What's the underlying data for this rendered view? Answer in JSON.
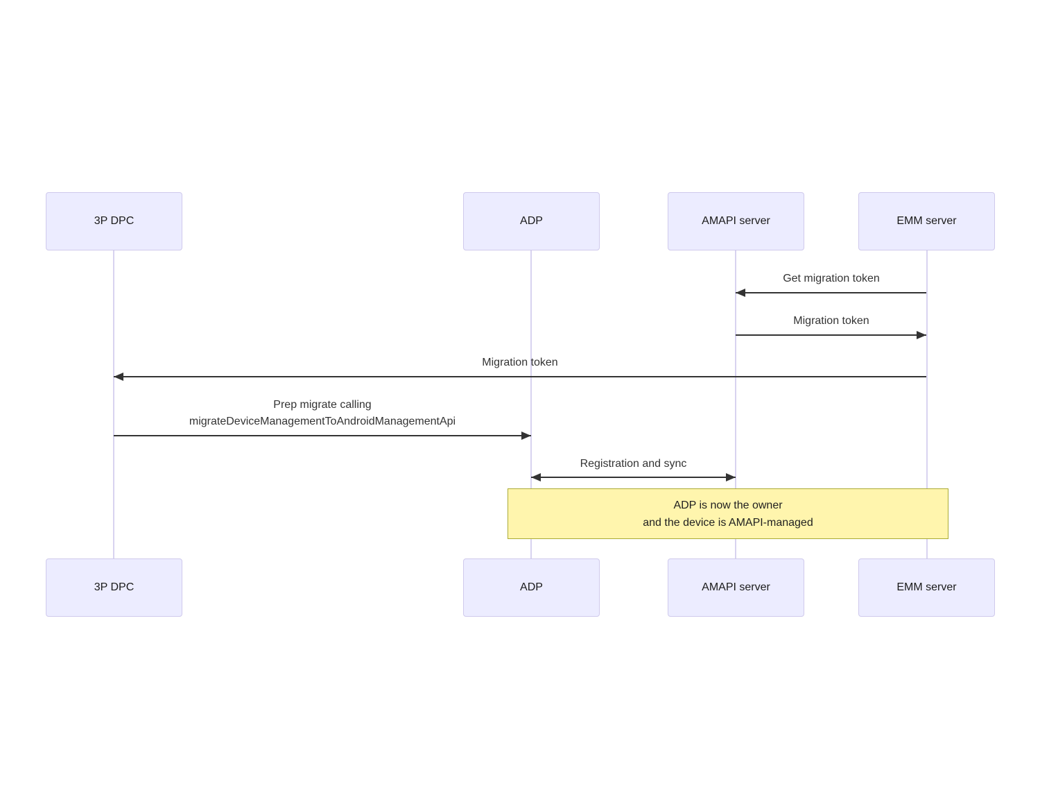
{
  "diagram_type": "sequence",
  "actors": [
    {
      "id": "3p-dpc",
      "label": "3P DPC"
    },
    {
      "id": "adp",
      "label": "ADP"
    },
    {
      "id": "amapi-server",
      "label": "AMAPI server"
    },
    {
      "id": "emm-server",
      "label": "EMM server"
    }
  ],
  "messages": [
    {
      "from": "EMM server",
      "to": "AMAPI server",
      "direction": "left",
      "label": "Get migration token"
    },
    {
      "from": "AMAPI server",
      "to": "EMM server",
      "direction": "right",
      "label": "Migration token"
    },
    {
      "from": "EMM server",
      "to": "3P DPC",
      "direction": "left",
      "label": "Migration token"
    },
    {
      "from": "3P DPC",
      "to": "ADP",
      "direction": "right",
      "label_line1": "Prep migrate calling",
      "label_line2": "migrateDeviceManagementToAndroidManagementApi"
    },
    {
      "from": "ADP",
      "to": "AMAPI server",
      "direction": "both",
      "label": "Registration and sync"
    }
  ],
  "note": {
    "over": "ADP, AMAPI server, EMM server",
    "line1": "ADP is now the owner",
    "line2": "and the device is AMAPI-managed"
  },
  "colors": {
    "actor_fill": "#ECECFF",
    "actor_border": "#CFC9EC",
    "lifeline": "#D8D3F0",
    "arrow": "#333333",
    "note_fill": "#FFF5AD",
    "note_border": "#AAAA33",
    "message_text": "#333333"
  }
}
